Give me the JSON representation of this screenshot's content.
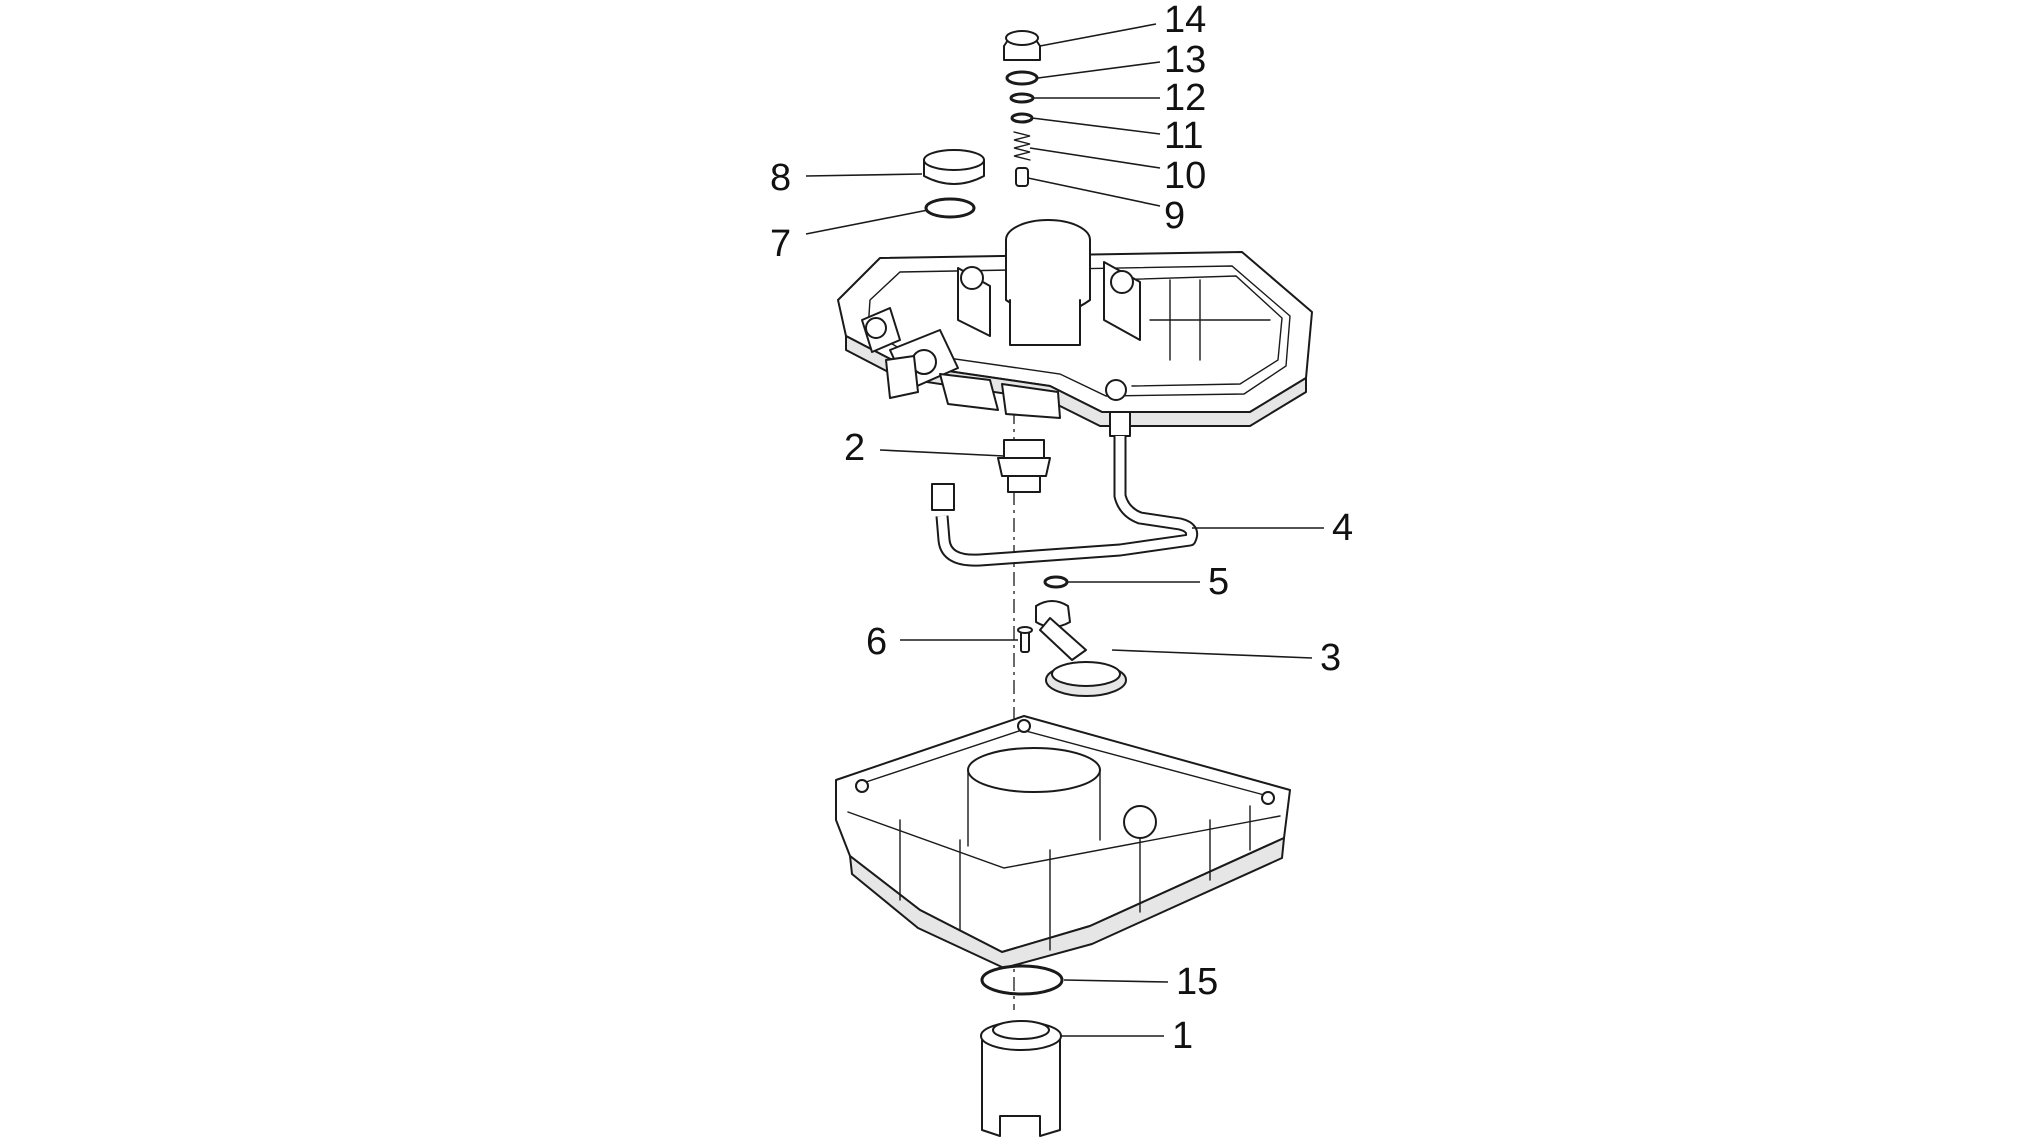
{
  "callouts": [
    {
      "id": "c14",
      "label": "14",
      "part": "plug"
    },
    {
      "id": "c13",
      "label": "13",
      "part": "washer"
    },
    {
      "id": "c12",
      "label": "12",
      "part": "o-ring"
    },
    {
      "id": "c11",
      "label": "11",
      "part": "o-ring"
    },
    {
      "id": "c10",
      "label": "10",
      "part": "spring"
    },
    {
      "id": "c9",
      "label": "9",
      "part": "valve piston"
    },
    {
      "id": "c8",
      "label": "8",
      "part": "filler plug"
    },
    {
      "id": "c7",
      "label": "7",
      "part": "seal ring"
    },
    {
      "id": "c2",
      "label": "2",
      "part": "union fitting"
    },
    {
      "id": "c4",
      "label": "4",
      "part": "oil pipe"
    },
    {
      "id": "c5",
      "label": "5",
      "part": "o-ring"
    },
    {
      "id": "c6",
      "label": "6",
      "part": "screw"
    },
    {
      "id": "c3",
      "label": "3",
      "part": "oil strainer"
    },
    {
      "id": "c15",
      "label": "15",
      "part": "gasket"
    },
    {
      "id": "c1",
      "label": "1",
      "part": "oil filter"
    }
  ]
}
